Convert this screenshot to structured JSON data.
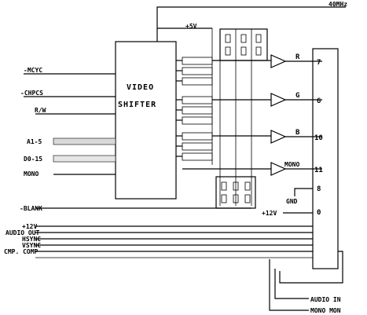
{
  "diagram": {
    "top_right_label": "40MHz",
    "power_top_label": "+5V",
    "block_line1": "VIDEO",
    "block_line2": "SHIFTER",
    "left_inputs": [
      "-MCYC",
      "-CHPCS",
      "R/W"
    ],
    "bus_labels": [
      "A1-5",
      "D0-15"
    ],
    "mono_input": "MONO",
    "blank_label": "-BLANK",
    "bottom_signals": [
      "+12V",
      "AUDIO OUT",
      "HSYNC",
      "VSYNC",
      "CMP. COMP"
    ],
    "output_labels": [
      "R",
      "G",
      "B",
      "MONO"
    ],
    "connector_pins": [
      "7",
      "6",
      "10",
      "11",
      "8",
      "0"
    ],
    "gnd_label": "GND",
    "plus12_label": "+12V",
    "bottom_right_labels": [
      "AUDIO IN",
      "MONO MON"
    ]
  }
}
